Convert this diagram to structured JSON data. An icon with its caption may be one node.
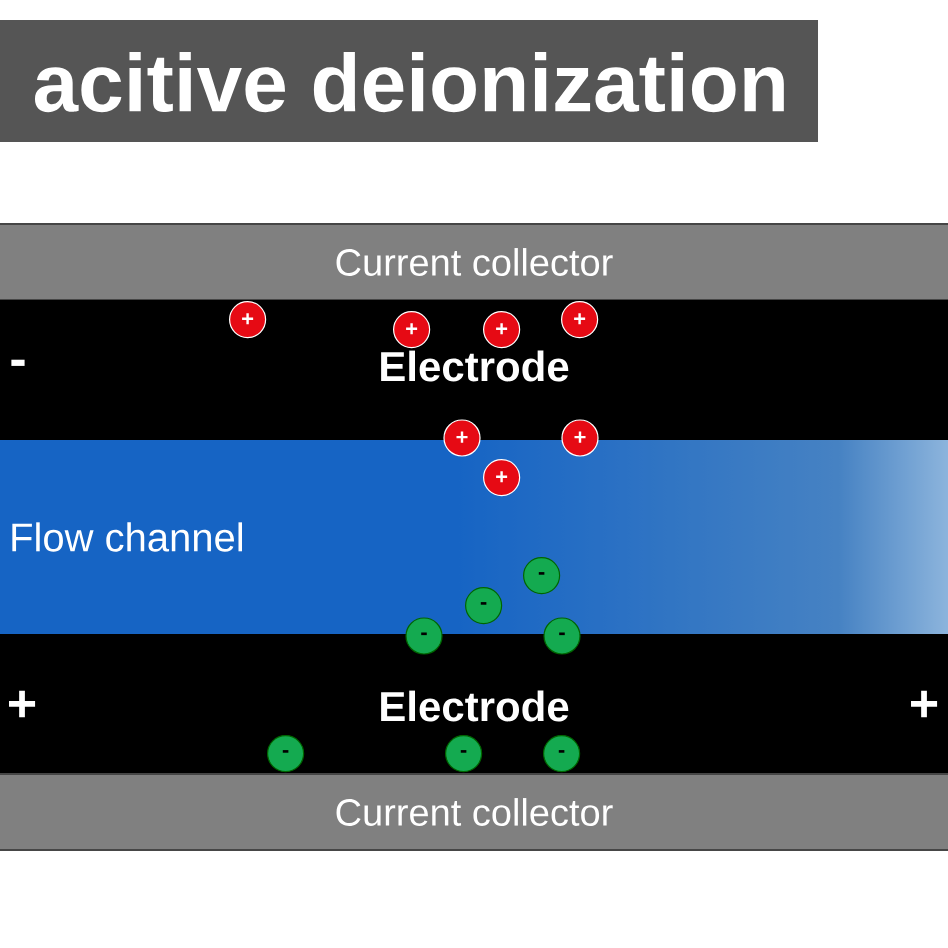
{
  "diagram": {
    "title": "acitive deionization",
    "nodes": [
      {
        "text": [
          "Current collector"
        ]
      },
      {
        "text": [
          "Electrode"
        ]
      },
      {
        "text": [
          "Flow channel"
        ]
      },
      {
        "text": [
          "Electrode"
        ]
      },
      {
        "text": [
          "Current collector"
        ]
      },
      {
        "text": [
          "+"
        ],
        "in": 1
      },
      {
        "text": [
          "+"
        ],
        "in": 1
      },
      {
        "text": [
          "+"
        ],
        "in": 1
      },
      {
        "text": [
          "+"
        ],
        "in": 1
      },
      {
        "text": [
          "+"
        ]
      },
      {
        "text": [
          "+"
        ]
      },
      {
        "text": [
          "+"
        ],
        "in": 2
      },
      {
        "text": [
          "-"
        ],
        "in": 2
      },
      {
        "text": [
          "-"
        ],
        "in": 2
      },
      {
        "text": [
          "-"
        ]
      },
      {
        "text": [
          "-"
        ]
      },
      {
        "text": [
          "-"
        ],
        "in": 3
      },
      {
        "text": [
          "-"
        ],
        "in": 3
      },
      {
        "text": [
          "-"
        ],
        "in": 3
      }
    ],
    "labels": [
      "-",
      "+",
      "+"
    ]
  }
}
